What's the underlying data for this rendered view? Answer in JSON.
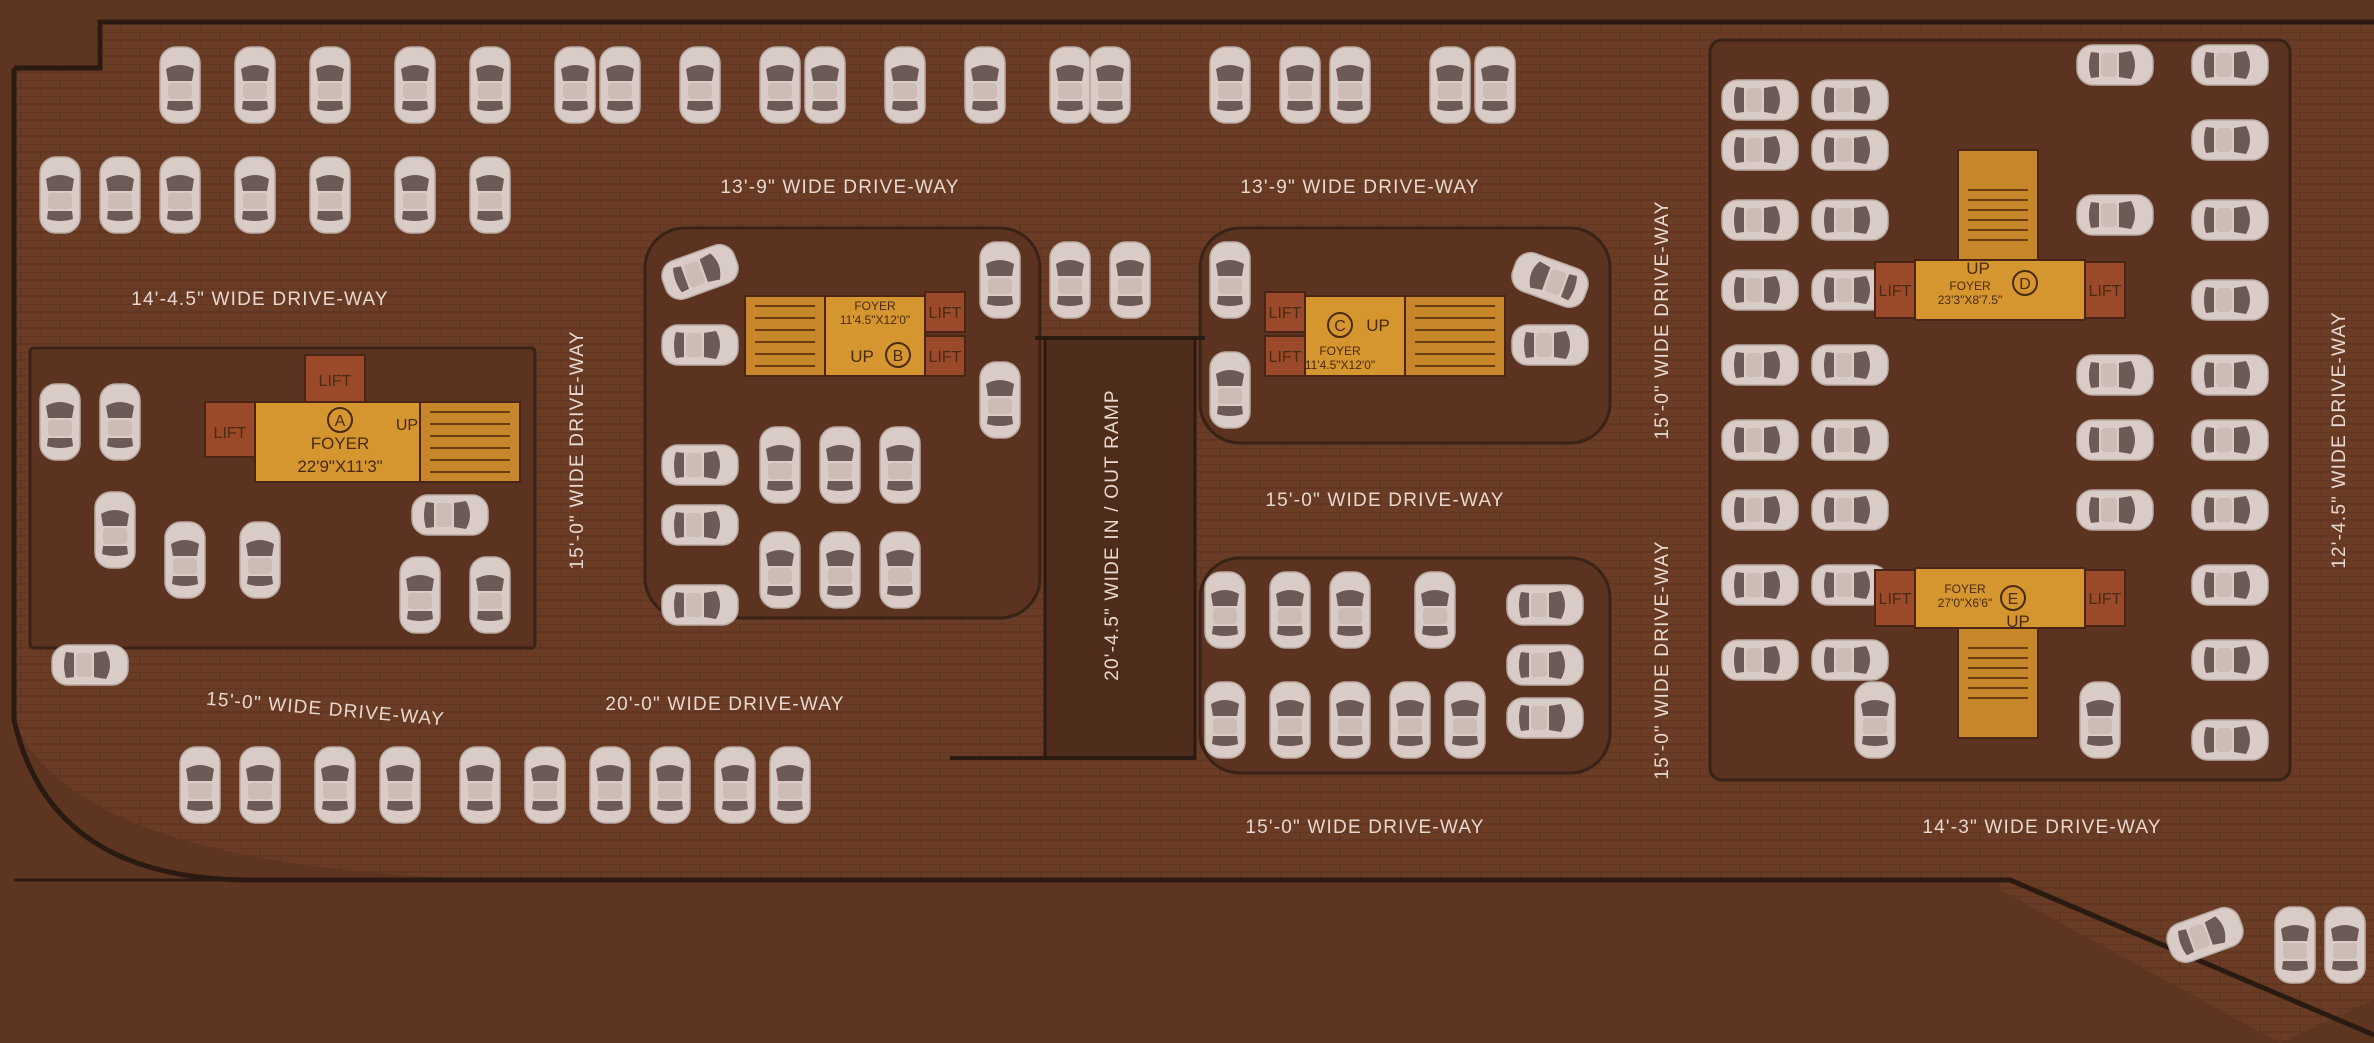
{
  "colors": {
    "background": "#5e3521",
    "slab": "#6b3c26",
    "wall": "#2b1a12",
    "car": "#d9ccc6",
    "foyer": "#d6962f",
    "lift": "#9a4a2a",
    "stair": "#c8862a",
    "text": "#e8d8cf"
  },
  "driveways": [
    "14'-4.5\" WIDE DRIVE-WAY",
    "13'-9\" WIDE DRIVE-WAY",
    "13'-9\" WIDE DRIVE-WAY",
    "15'-0\" WIDE DRIVE-WAY",
    "15'-0\" WIDE DRIVE-WAY",
    "15'-0\" WIDE DRIVE-WAY",
    "15'-0\" WIDE DRIVE-WAY",
    "20'-0\" WIDE DRIVE-WAY",
    "20'-4.5\" WIDE IN / OUT RAMP",
    "15'-0\" WIDE DRIVE-WAY",
    "15'-0\" WIDE DRIVE-WAY",
    "14'-3\" WIDE DRIVE-WAY",
    "12'-4.5\" WIDE DRIVE-WAY"
  ],
  "cores": [
    {
      "id": "A",
      "foyer": "FOYER",
      "size": "22'9\"X11'3\"",
      "up": "UP",
      "lifts": [
        "LIFT",
        "LIFT"
      ]
    },
    {
      "id": "B",
      "foyer": "FOYER",
      "size": "11'4.5\"X12'0\"",
      "up": "UP",
      "lifts": [
        "LIFT",
        "LIFT"
      ]
    },
    {
      "id": "C",
      "foyer": "FOYER",
      "size": "11'4.5\"X12'0\"",
      "up": "UP",
      "lifts": [
        "LIFT",
        "LIFT"
      ]
    },
    {
      "id": "D",
      "foyer": "FOYER",
      "size": "23'3\"X8'7.5\"",
      "up": "UP",
      "lifts": [
        "LIFT",
        "LIFT"
      ]
    },
    {
      "id": "E",
      "foyer": "FOYER",
      "size": "27'0\"X6'6\"",
      "up": "UP",
      "lifts": [
        "LIFT",
        "LIFT"
      ]
    }
  ],
  "icons": {
    "car": "car-icon",
    "stair": "staircase-icon",
    "lift": "lift-icon"
  }
}
